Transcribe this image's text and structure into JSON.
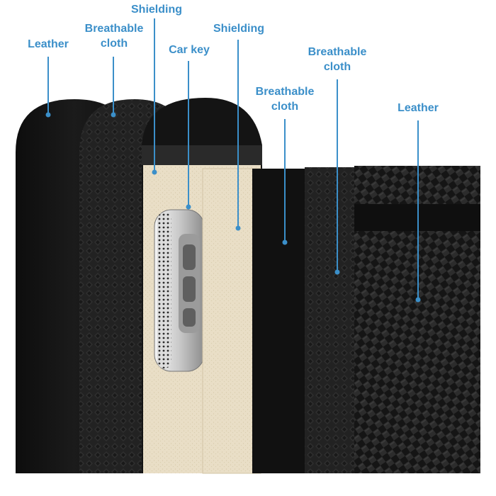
{
  "colors": {
    "label": "#3b8fc9",
    "leather": "#141414",
    "cloth": "#1f1f1f",
    "shielding": "#e8dcc2",
    "carbon": "#1b1b1b"
  },
  "labels": [
    {
      "name": "label-leather-inner",
      "lines": [
        "Leather"
      ]
    },
    {
      "name": "label-breathable-cloth-1",
      "lines": [
        "Breathable",
        "cloth"
      ]
    },
    {
      "name": "label-shielding-1",
      "lines": [
        "Shielding"
      ]
    },
    {
      "name": "label-car-key",
      "lines": [
        "Car key"
      ]
    },
    {
      "name": "label-shielding-2",
      "lines": [
        "Shielding"
      ]
    },
    {
      "name": "label-breathable-cloth-2",
      "lines": [
        "Breathable",
        "cloth"
      ]
    },
    {
      "name": "label-breathable-cloth-3",
      "lines": [
        "Breathable",
        "cloth"
      ]
    },
    {
      "name": "label-leather-outer",
      "lines": [
        "Leather"
      ]
    }
  ]
}
